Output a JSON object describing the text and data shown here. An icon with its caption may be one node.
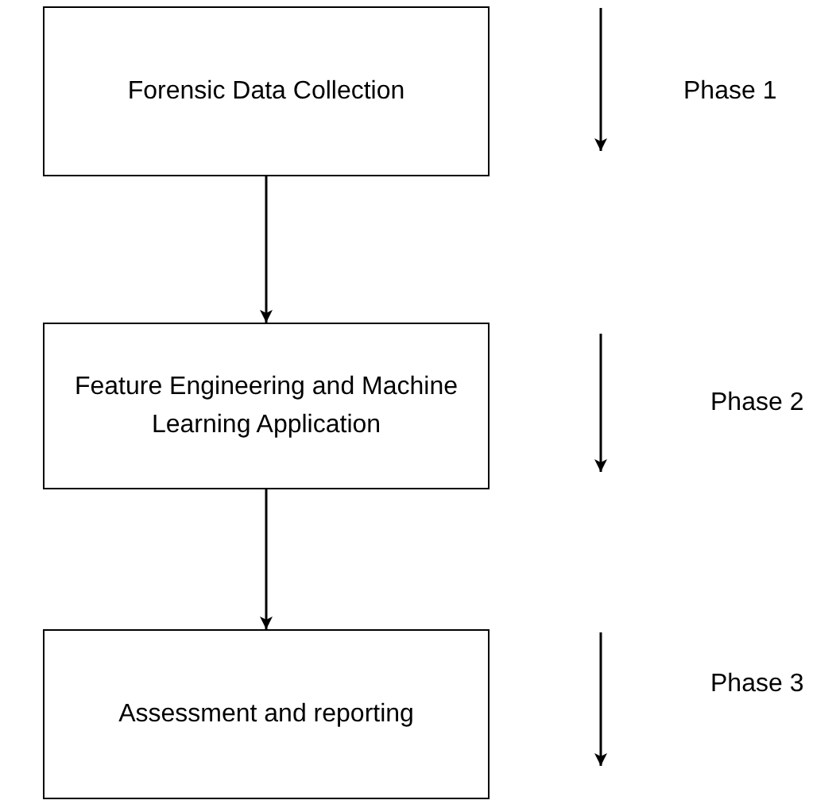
{
  "diagram": {
    "nodes": [
      {
        "text": [
          "Forensic Data Collection"
        ]
      },
      {
        "text": [
          "Feature Engineering and Machine Learning Application"
        ]
      },
      {
        "text": [
          "Assessment and reporting"
        ]
      }
    ],
    "edges": [
      {
        "from": 0,
        "to": 1,
        "arrow": "to"
      },
      {
        "from": 1,
        "to": 2,
        "arrow": "to"
      }
    ],
    "labels": [
      "Phase 1",
      "Phase 2",
      "Phase 3"
    ]
  }
}
